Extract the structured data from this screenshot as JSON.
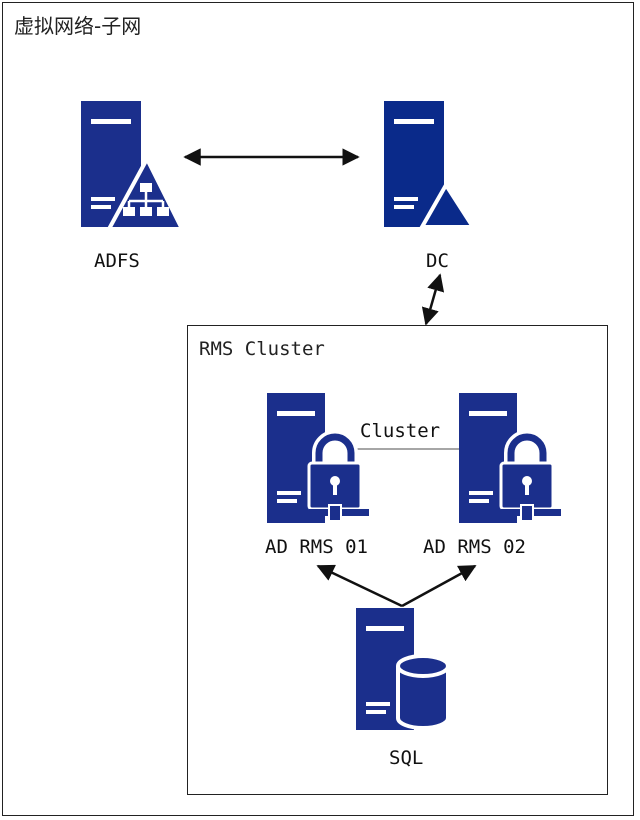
{
  "subnet": {
    "title": "虚拟网络-子网"
  },
  "cluster": {
    "title": "RMS Cluster",
    "link_label": "Cluster"
  },
  "nodes": {
    "adfs": {
      "label": "ADFS",
      "icon": "adfs-server-icon"
    },
    "dc": {
      "label": "DC",
      "icon": "domain-controller-server-icon"
    },
    "rms1": {
      "label": "AD RMS 01",
      "icon": "rms-server-lock-icon"
    },
    "rms2": {
      "label": "AD RMS 02",
      "icon": "rms-server-lock-icon"
    },
    "sql": {
      "label": "SQL",
      "icon": "sql-server-database-icon"
    }
  },
  "colors": {
    "server": "#1b2f8c",
    "line": "#111111",
    "frame": "#222222"
  }
}
